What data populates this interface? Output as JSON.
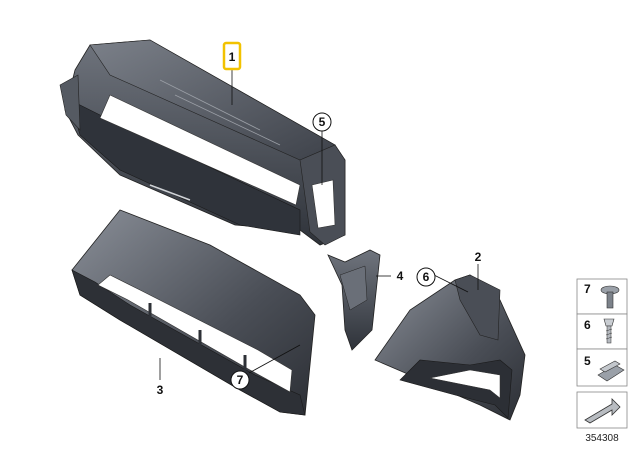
{
  "callouts": {
    "c1": "1",
    "c2": "2",
    "c3": "3",
    "c4": "4",
    "c5": "5",
    "c6": "6",
    "c7a": "7",
    "c7b": "7"
  },
  "legend": {
    "items": [
      {
        "label": "7",
        "icon": "push-rivet-icon"
      },
      {
        "label": "6",
        "icon": "screw-icon"
      },
      {
        "label": "5",
        "icon": "clip-nut-icon"
      }
    ],
    "nav_icon": "next-page-arrow-icon"
  },
  "diagram_number": "354308",
  "colors": {
    "part_dark": "#3b3f46",
    "part_mid": "#5a5f68",
    "part_light": "#7d828b",
    "highlight_box": "#f2c200"
  }
}
